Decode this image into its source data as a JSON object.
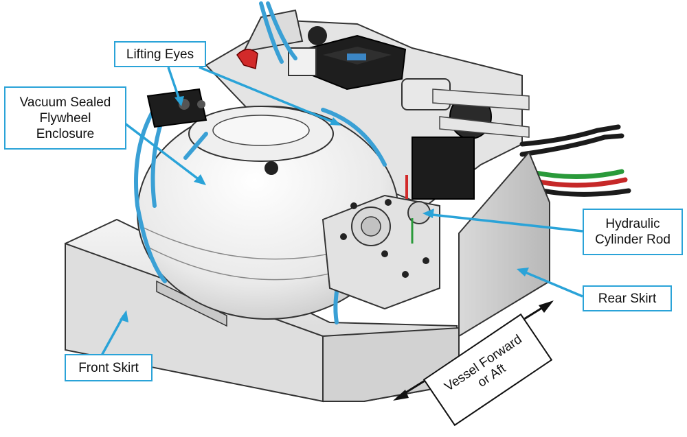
{
  "callouts": {
    "lifting_eyes": "Lifting Eyes",
    "flywheel_enclosure": "Vacuum Sealed\nFlywheel\nEnclosure",
    "hydraulic_rod": "Hydraulic\nCylinder Rod",
    "rear_skirt": "Rear Skirt",
    "front_skirt": "Front Skirt",
    "direction": "Vessel Forward\nor Aft"
  },
  "colors": {
    "callout_border": "#2aa3d8",
    "leader_line": "#2aa3d8",
    "metal_light": "#e6e6e6",
    "metal_dark": "#3a3a3a",
    "hose_blue": "#3aa0d5",
    "accent_red": "#d22a2a",
    "accent_green": "#2a9a3a"
  }
}
